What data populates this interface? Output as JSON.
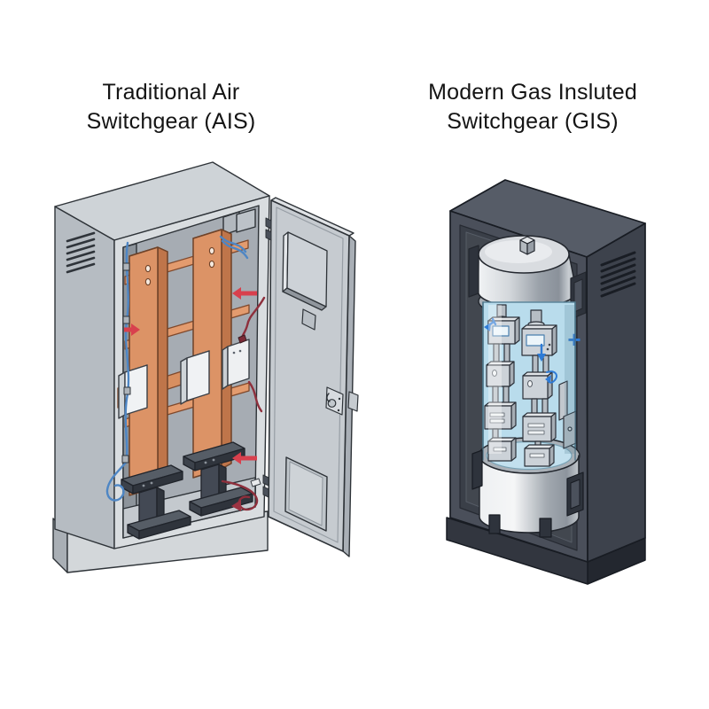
{
  "page": {
    "background_color": "#ffffff",
    "text_color": "#141414"
  },
  "ais_panel": {
    "title_line1": "Traditional Air",
    "title_line2": "Switchgear (AIS)",
    "illustration_name": "air-insulated-switchgear-cabinet-open-door",
    "annotation_arrow_count": 3,
    "colors": {
      "cabinet_gray": "#c6cbd0",
      "frame_light_gray": "#d9dde0",
      "interior_gray": "#a6acb3",
      "busbar_copper": "#dc9366",
      "insulator_white": "#f0f2f4",
      "support_stand_dark": "#434954",
      "control_wire_blue": "#4e86c4",
      "power_wire_dark_red": "#8e2f3c",
      "arrow_red": "#d8404d"
    }
  },
  "gis_panel": {
    "title_line1": "Modern Gas Insluted",
    "title_line2": "Switchgear (GIS)",
    "illustration_name": "gas-insulated-switchgear-sealed-tank-cabinet",
    "symbols": {
      "plus": "+"
    },
    "colors": {
      "enclosure_dark_gray": "#4a4f5a",
      "enclosure_side_gray": "#3d424c",
      "gas_chamber_blue": "#b9dcec",
      "tank_metal_silver": "#d3d7db",
      "breaker_module_gray": "#ccd2d8",
      "symbol_blue": "#2e7bd6"
    }
  }
}
